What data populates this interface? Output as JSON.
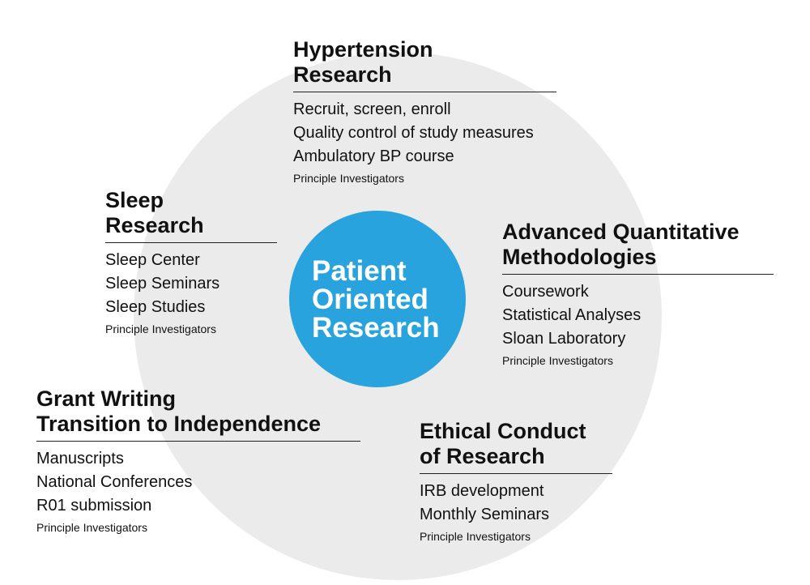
{
  "colors": {
    "background_circle": "#ebebeb",
    "center_circle": "#29a3dd",
    "center_text": "#ffffff"
  },
  "center": {
    "lines": [
      "Patient",
      "Oriented",
      "Research"
    ]
  },
  "groups": {
    "hypertension": {
      "title": [
        "Hypertension",
        "Research"
      ],
      "items": [
        "Recruit, screen, enroll",
        "Quality control of study measures",
        "Ambulatory BP course"
      ],
      "footer": "Principle Investigators"
    },
    "sleep": {
      "title": [
        "Sleep",
        "Research"
      ],
      "items": [
        "Sleep Center",
        "Sleep Seminars",
        "Sleep Studies"
      ],
      "footer": "Principle Investigators"
    },
    "advanced_quant": {
      "title": [
        "Advanced Quantitative",
        "Methodologies"
      ],
      "items": [
        "Coursework",
        "Statistical Analyses",
        "Sloan Laboratory"
      ],
      "footer": "Principle Investigators"
    },
    "grant_writing": {
      "title": [
        "Grant Writing",
        "Transition to Independence"
      ],
      "items": [
        "Manuscripts",
        "National Conferences",
        "R01 submission"
      ],
      "footer": "Principle Investigators"
    },
    "ethics": {
      "title": [
        "Ethical Conduct",
        "of Research"
      ],
      "items": [
        "IRB development",
        "Monthly Seminars"
      ],
      "footer": "Principle Investigators"
    }
  }
}
